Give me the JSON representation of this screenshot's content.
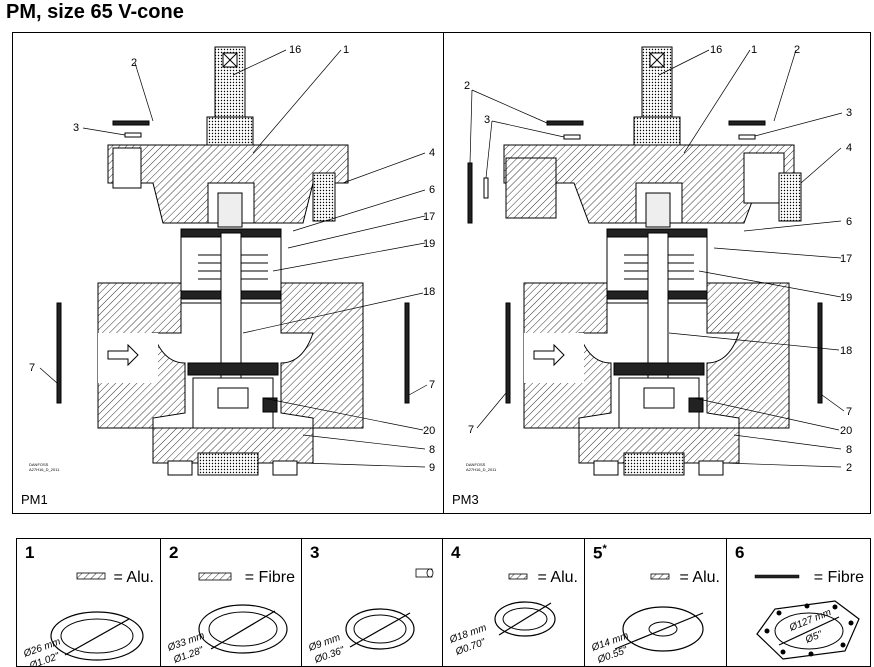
{
  "page": {
    "title": "PM, size 65  V-cone"
  },
  "panels": [
    {
      "id": "PM1",
      "label": "PM1",
      "stamp_line1": "DANFOSS",
      "stamp_line2": "A27H16_D_2011",
      "callouts": [
        "16",
        "1",
        "2",
        "3",
        "4",
        "6",
        "17",
        "19",
        "18",
        "7",
        "7",
        "20",
        "8",
        "9"
      ]
    },
    {
      "id": "PM3",
      "label": "PM3",
      "stamp_line1": "DANFOSS",
      "stamp_line2": "A27H16_D_2011",
      "callouts": [
        "16",
        "1",
        "2",
        "2",
        "3",
        "3",
        "4",
        "6",
        "17",
        "19",
        "18",
        "7",
        "7",
        "20",
        "8",
        "2"
      ]
    }
  ],
  "parts": [
    {
      "number": "1",
      "star": "",
      "material": "= Alu.",
      "metric": "Ø26 mm",
      "imperial": "Ø1.02\""
    },
    {
      "number": "2",
      "star": "",
      "material": "= Fibre",
      "metric": "Ø33 mm",
      "imperial": "Ø1.28\""
    },
    {
      "number": "3",
      "star": "",
      "material": "",
      "metric": "Ø9 mm",
      "imperial": "Ø0.36\""
    },
    {
      "number": "4",
      "star": "",
      "material": "= Alu.",
      "metric": "Ø18 mm",
      "imperial": "Ø0.70\""
    },
    {
      "number": "5",
      "star": "*",
      "material": "= Alu.",
      "metric": "Ø14 mm",
      "imperial": "Ø0.55\""
    },
    {
      "number": "6",
      "star": "",
      "material": "= Fibre",
      "metric": "Ø127 mm",
      "imperial": "Ø5\""
    }
  ]
}
